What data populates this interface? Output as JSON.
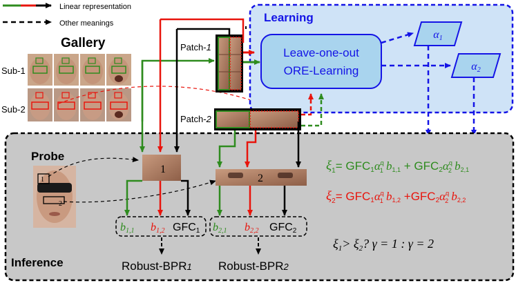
{
  "legend": {
    "linear_label": "Linear representation",
    "other_label": "Other meanings"
  },
  "gallery": {
    "title": "Gallery",
    "sub1_label": "Sub-1",
    "sub2_label": "Sub-2"
  },
  "patches": {
    "patch1_label": "Patch-1",
    "patch2_label": "Patch-2"
  },
  "learning": {
    "title": "Learning",
    "box_line1": "Leave-one-out",
    "box_line2": "ORE-Learning",
    "alpha1": "α1",
    "alpha2": "α2"
  },
  "inference": {
    "title": "Inference",
    "probe_label": "Probe",
    "patch_num1": "1",
    "patch_num2": "2",
    "probe_num1": "1",
    "probe_num2": "2",
    "group1": {
      "b1": "b1,1",
      "b2": "b1,2",
      "gfc": "GFC1",
      "bpr": "Robust-BPR1"
    },
    "group2": {
      "b1": "b2,1",
      "b2": "b2,2",
      "gfc": "GFC2",
      "bpr": "Robust-BPR2"
    },
    "eq1": "ξ1= GFC1α1q b1,1 + GFC2α2q b2,1",
    "eq2": "ξ2= GFC1α1q b1,2 +GFC2α2q b2,2",
    "decision": "ξ1>ξ2? γ = 1 : γ = 2"
  },
  "colors": {
    "green": "#2e8b1e",
    "red": "#e8140c",
    "blue": "#1414e6",
    "learning_bg": "#cfe3f7",
    "inference_bg": "#c8c8c8"
  }
}
